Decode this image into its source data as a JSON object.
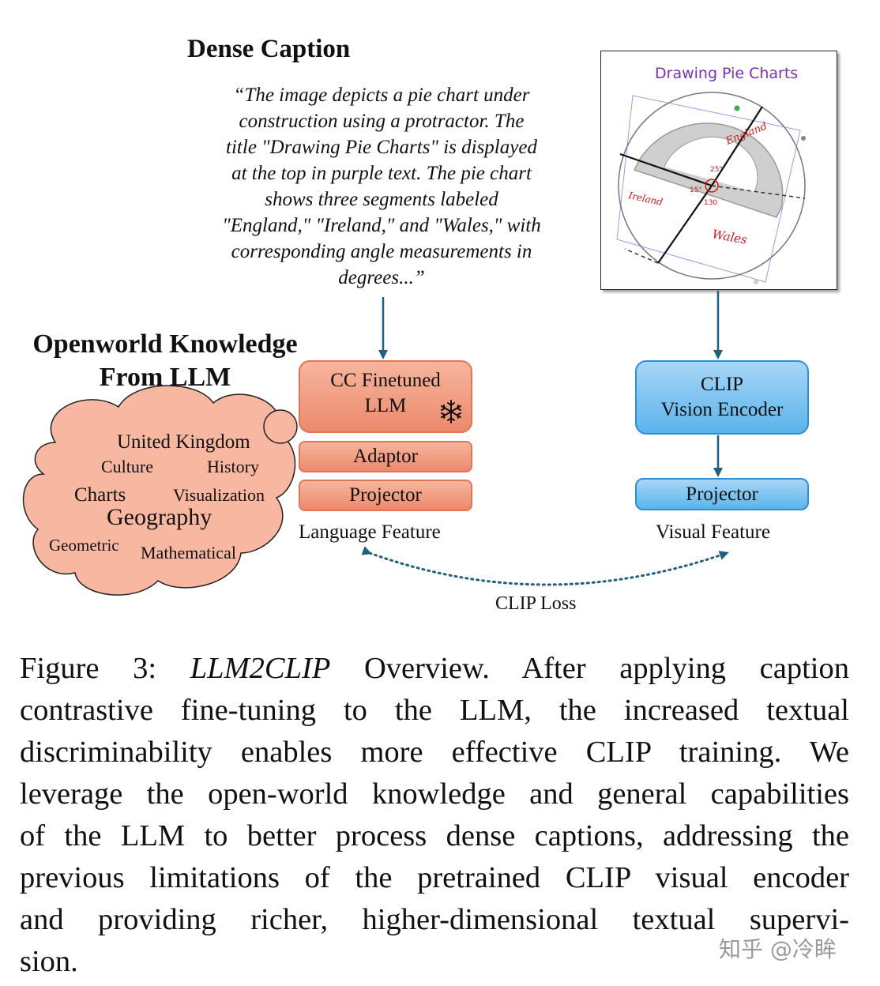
{
  "dense_caption": {
    "title": "Dense Caption",
    "lines": [
      "“The image depicts a pie chart under",
      "construction using a protractor. The",
      "title \"Drawing Pie Charts\" is displayed",
      "at the top in purple text. The pie chart",
      "shows three segments labeled",
      "\"England,\" \"Ireland,\" and \"Wales,\" with",
      "corresponding angle measurements in",
      "degrees...”"
    ]
  },
  "image_panel": {
    "title": "Drawing Pie Charts",
    "labels": {
      "england": "England",
      "ireland": "Ireland",
      "wales": "Wales",
      "a1": "25°",
      "a2": "15°",
      "a3": "130"
    },
    "title_color": "#7a2fb5"
  },
  "openworld": {
    "title_line1": "Openworld Knowledge",
    "title_line2": "From LLM",
    "cloud_words": {
      "uk": "United Kingdom",
      "culture": "Culture",
      "history": "History",
      "charts": "Charts",
      "visualization": "Visualization",
      "geography": "Geography",
      "geometric": "Geometric",
      "mathematical": "Mathematical"
    },
    "cloud_color": "#f7b7a0"
  },
  "language_branch": {
    "cc_llm_line1": "CC Finetuned",
    "cc_llm_line2": "LLM",
    "adaptor": "Adaptor",
    "projector": "Projector",
    "feature_label": "Language Feature",
    "color": "#ec8a6d"
  },
  "visual_branch": {
    "encoder_line1": "CLIP",
    "encoder_line2": "Vision Encoder",
    "projector": "Projector",
    "feature_label": "Visual Feature",
    "color": "#5ab4ec"
  },
  "loss_label": "CLIP Loss",
  "figure_caption": {
    "lines": [
      [
        "Figure 3: ",
        "LLM2CLIP",
        " Overview.  After applying caption"
      ],
      [
        "contrastive fine-tuning to the LLM, the increased textual"
      ],
      [
        "discriminability enables more effective CLIP training.  We"
      ],
      [
        "leverage the open-world knowledge and general capabilities"
      ],
      [
        "of the LLM to better process dense captions, addressing the"
      ],
      [
        "previous limitations of the pretrained CLIP visual encoder"
      ],
      [
        "and providing richer, higher-dimensional textual supervi-"
      ],
      [
        "sion."
      ]
    ]
  },
  "watermark": "知乎 @冷眸"
}
